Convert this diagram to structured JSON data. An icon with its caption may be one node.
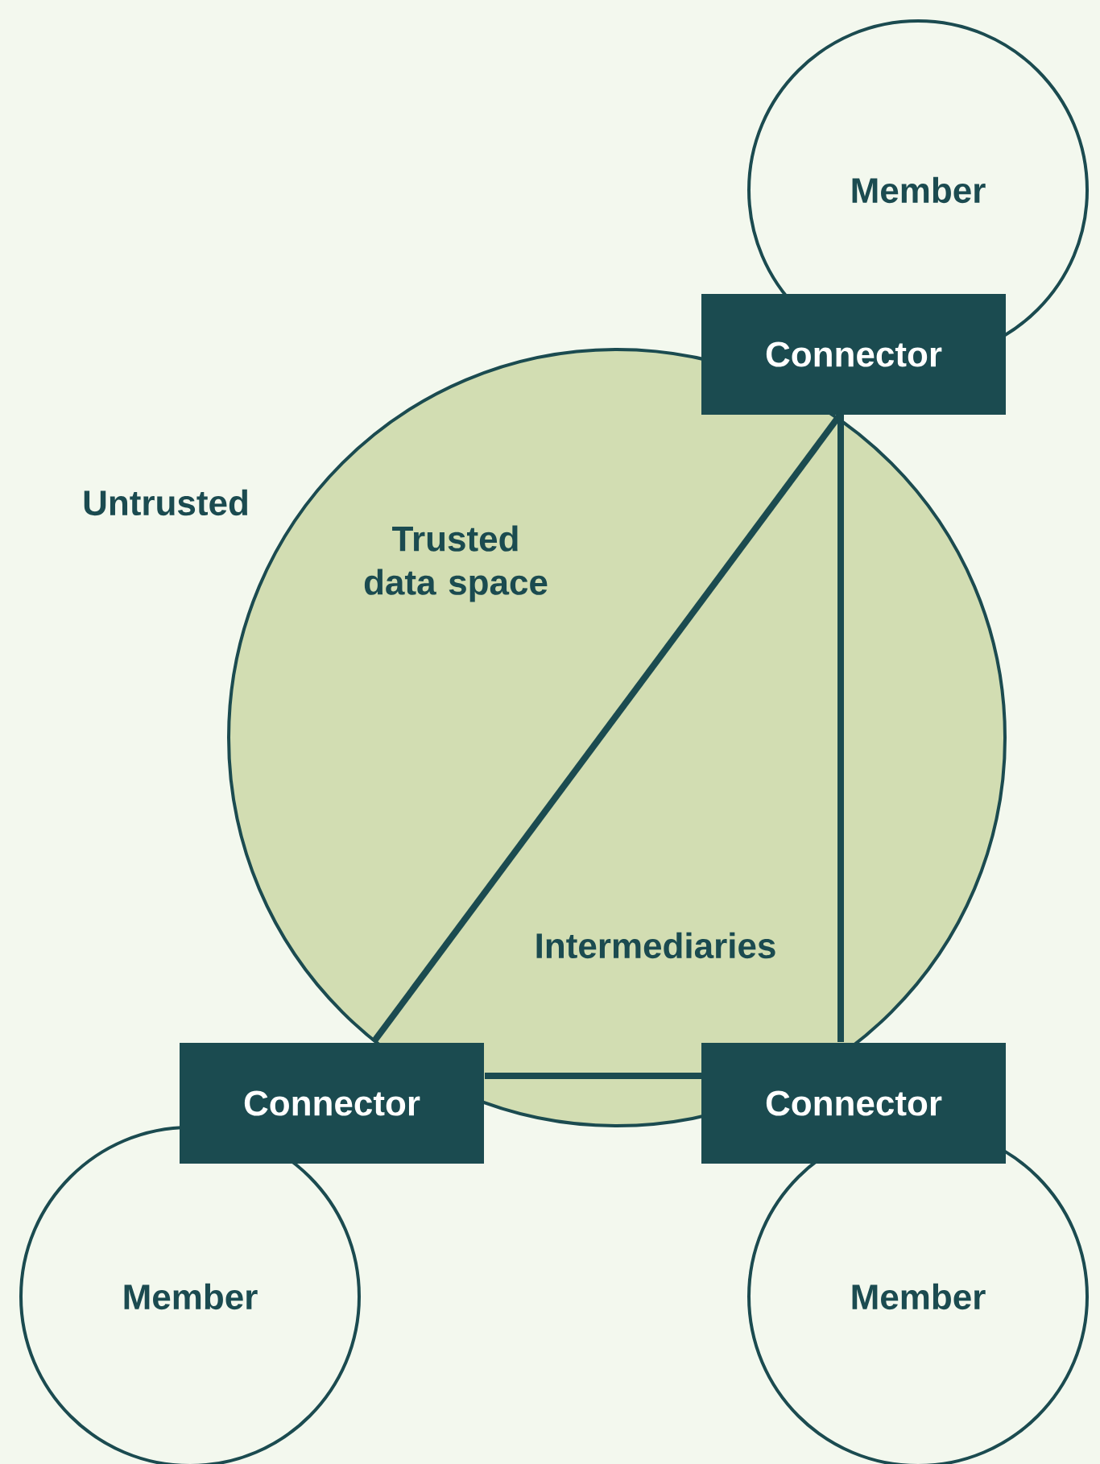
{
  "diagram": {
    "nodes": [
      {
        "text": [
          "Member"
        ]
      },
      {
        "text": [
          "Connector"
        ]
      },
      {
        "text": [
          "Member"
        ]
      },
      {
        "text": [
          "Connector"
        ]
      },
      {
        "text": [
          "Member"
        ]
      },
      {
        "text": [
          "Connector"
        ]
      }
    ],
    "edges": [
      {
        "from": 1,
        "to": 3,
        "arrow": "none"
      },
      {
        "from": 1,
        "to": 5,
        "arrow": "none"
      },
      {
        "from": 3,
        "to": 5,
        "arrow": "none"
      }
    ],
    "labels": [
      "Untrusted",
      "Trusted data space",
      "Intermediaries"
    ]
  }
}
